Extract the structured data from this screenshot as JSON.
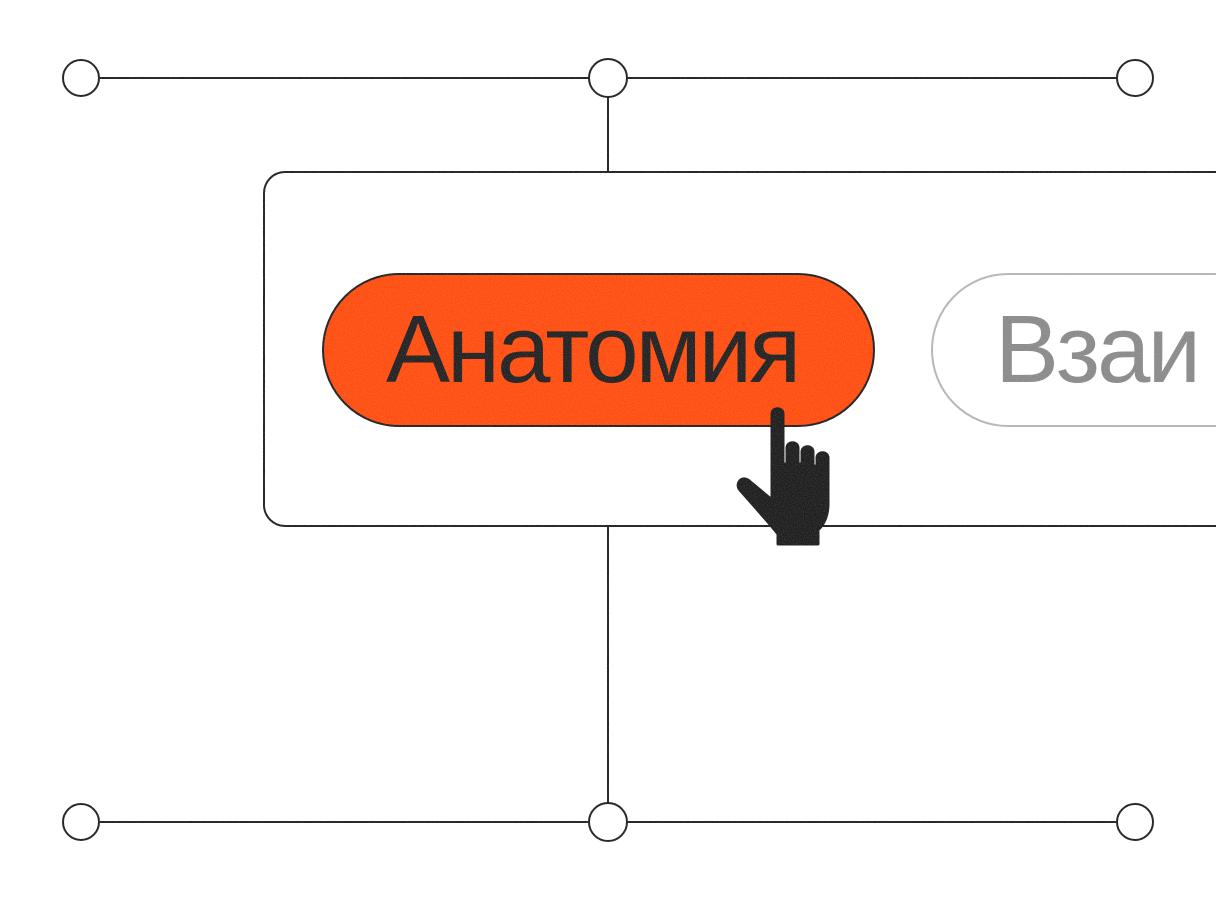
{
  "menu": {
    "items": [
      {
        "label": "Анатомия",
        "state": "active"
      },
      {
        "label": "Взаи",
        "state": "inactive"
      }
    ]
  },
  "colors": {
    "accent": "#ff4d10",
    "ink": "#222222",
    "inactive_text": "#8a8a8a",
    "inactive_border": "#b5b5b5",
    "background": "#ffffff"
  },
  "icons": {
    "cursor": "pointer-hand-icon",
    "node": "circle-node-icon"
  }
}
